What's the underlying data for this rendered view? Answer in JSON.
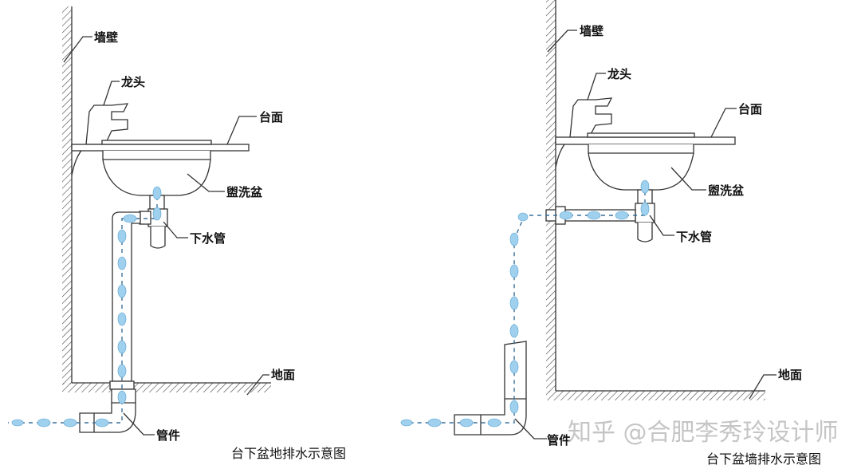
{
  "left_diagram": {
    "caption": "台下盆地排水示意图",
    "labels": {
      "wall": "墙壁",
      "faucet": "龙头",
      "countertop": "台面",
      "basin": "盥洗盆",
      "drain_pipe": "下水管",
      "floor": "地面",
      "fitting": "管件"
    }
  },
  "right_diagram": {
    "caption": "台下盆墙排水示意图",
    "labels": {
      "wall": "墙壁",
      "faucet": "龙头",
      "countertop": "台面",
      "basin": "盥洗盆",
      "drain_pipe": "下水管",
      "floor": "地面",
      "fitting": "管件"
    }
  },
  "watermark": "知乎 @合肥李秀玲设计师",
  "colors": {
    "water": "#9fd0ee",
    "line": "#333333"
  }
}
